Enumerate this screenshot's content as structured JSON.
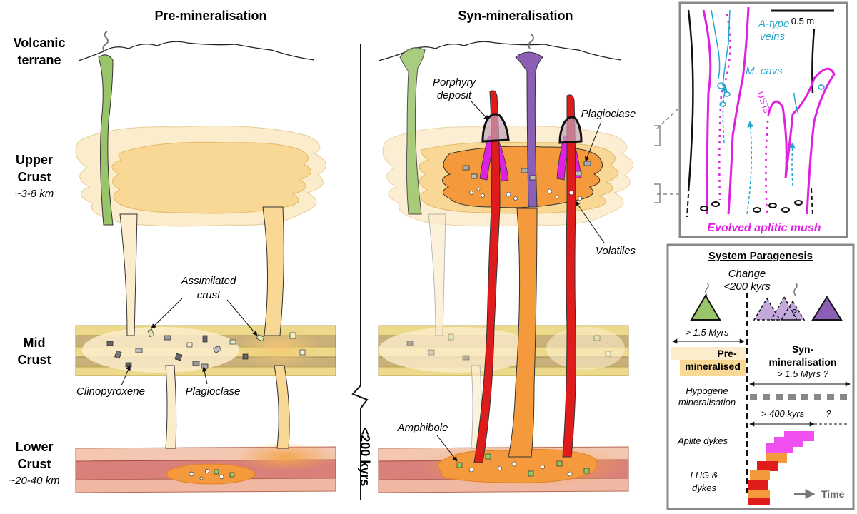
{
  "headers": {
    "pre": "Pre-mineralisation",
    "syn": "Syn-mineralisation"
  },
  "levels": {
    "volcanic_l1": "Volcanic",
    "volcanic_l2": "terrane",
    "upper_l1": "Upper",
    "upper_l2": "Crust",
    "upper_depth": "~3-8 km",
    "mid_l1": "Mid",
    "mid_l2": "Crust",
    "lower_l1": "Lower",
    "lower_l2": "Crust",
    "lower_depth": "~20-40 km"
  },
  "time_break": "<200 kyrs",
  "pre_labels": {
    "assimilated_l1": "Assimilated",
    "assimilated_l2": "crust",
    "clinopyroxene": "Clinopyroxene",
    "plagioclase": "Plagioclase"
  },
  "syn_labels": {
    "porphyry_l1": "Porphyry",
    "porphyry_l2": "deposit",
    "plagioclase": "Plagioclase",
    "volatiles": "Volatiles",
    "amphibole": "Amphibole"
  },
  "inset": {
    "scale": "0.5 m",
    "atype_l1": "A-type",
    "atype_l2": "veins",
    "mcavs": "M. cavs",
    "usts": "USTs",
    "caption": "Evolved aplitic mush"
  },
  "paragenesis": {
    "title": "System Paragenesis",
    "change_l1": "Change",
    "change_l2": "<200 kyrs",
    "pre_duration": "> 1.5 Myrs",
    "pre_l1": "Pre-",
    "pre_l2": "mineralised",
    "syn_l1": "Syn-",
    "syn_l2": "mineralisation",
    "syn_duration": "> 1.5 Myrs ?",
    "hypogene_l1": "Hypogene",
    "hypogene_l2": "mineralisation",
    "kyrs400": "> 400 kyrs",
    "q": "?",
    "aplite": "Aplite dykes",
    "lhg_l1": "LHG &",
    "lhg_l2": "dykes",
    "time": "Time",
    "tri_q": "?"
  },
  "colors": {
    "pale_magma": "#fbeccb",
    "magma": "#f8d894",
    "hot_magma": "#f59a3c",
    "red_dyke": "#e01b1b",
    "green_vent": "#9ac46a",
    "purple_vent": "#8b5fb3",
    "magenta": "#e020e0",
    "cyan": "#25a6cf",
    "crust_red": "#d9807a",
    "crust_yellow": "#e8d58a"
  }
}
